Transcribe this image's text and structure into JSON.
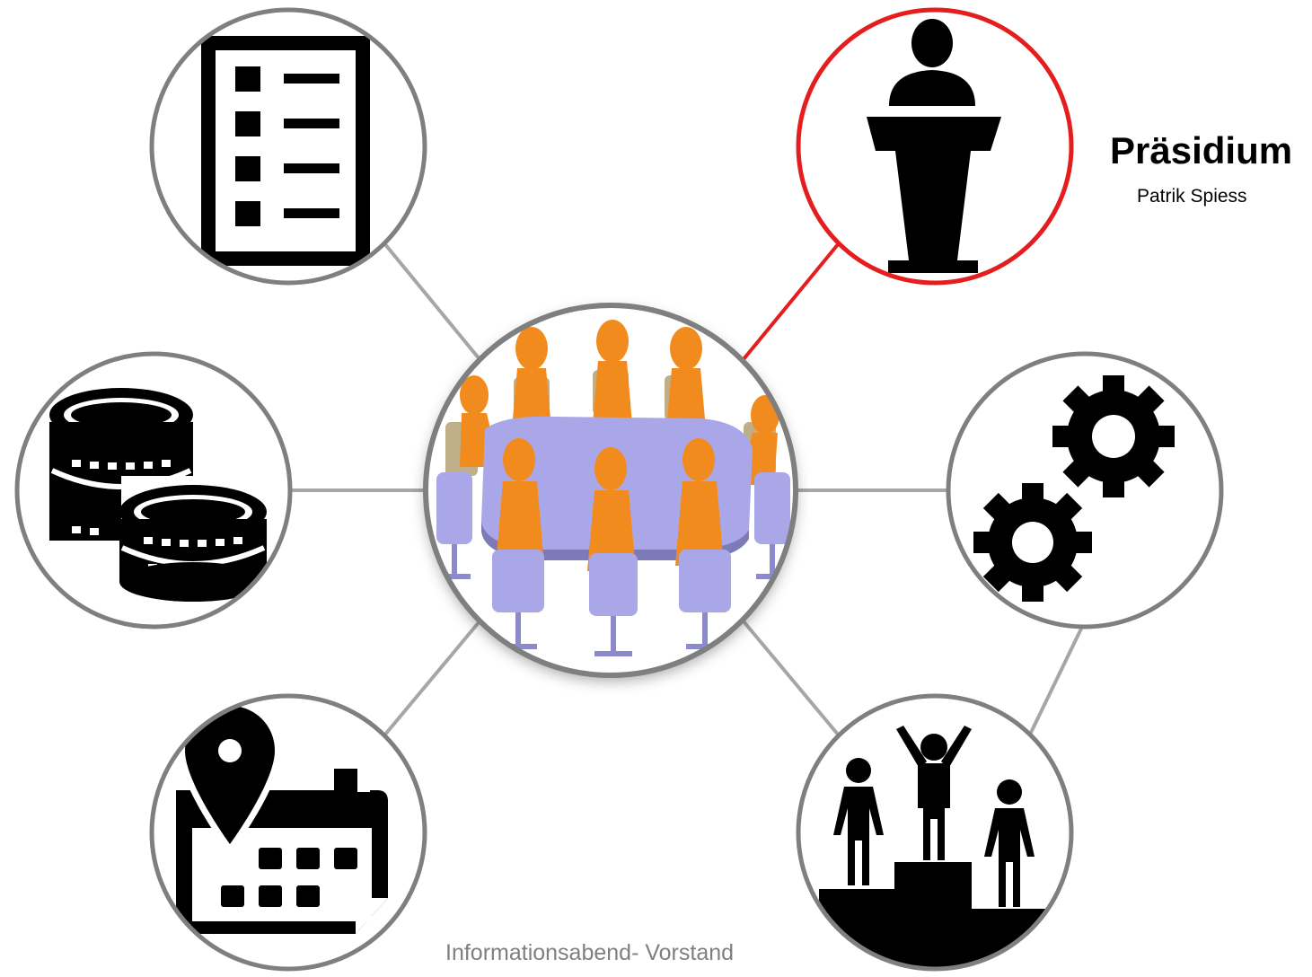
{
  "nodes": {
    "center": {
      "icon": "meeting-table-icon"
    },
    "top_left": {
      "icon": "checklist-icon"
    },
    "top_right": {
      "icon": "podium-speaker-icon",
      "highlight_color": "#e41e1e",
      "label_title": "Präsidium",
      "label_name": "Patrik Spiess"
    },
    "mid_left": {
      "icon": "coins-icon"
    },
    "mid_right": {
      "icon": "gears-icon"
    },
    "bottom_left": {
      "icon": "calendar-location-icon"
    },
    "bottom_right": {
      "icon": "winners-podium-icon"
    }
  },
  "colors": {
    "circle_border": "#7f7f7f",
    "connector": "#a6a6a6",
    "highlight": "#e41e1e",
    "figures": "#f28b1e",
    "table": "#a9a7e8"
  },
  "footer": {
    "text": "Informationsabend- Vorstand"
  }
}
